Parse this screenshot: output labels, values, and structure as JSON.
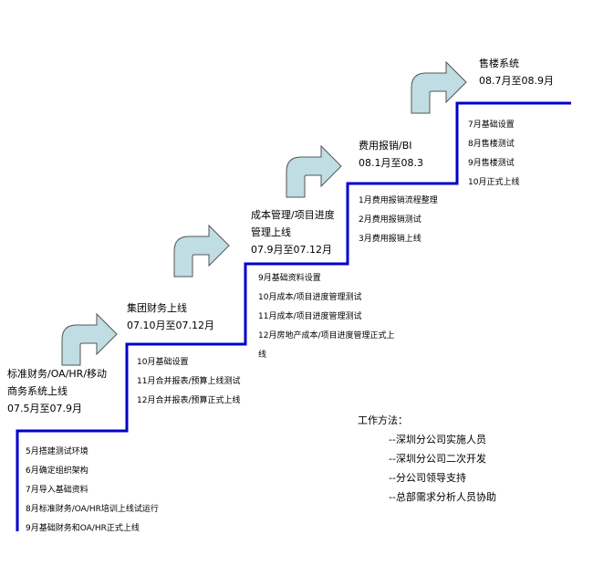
{
  "colors": {
    "stairs": "#0000CC",
    "arrow_fill": "#BFDDE3",
    "arrow_stroke": "#555555"
  },
  "stages": [
    {
      "title_lines": [
        "标准财务/OA/HR/移动",
        "商务系统上线"
      ],
      "period": "07.5月至07.9月",
      "items": [
        "5月搭建测试环境",
        "6月确定组织架构",
        "7月导入基础资料",
        "8月标准财务/OA/HR培训上线试运行",
        "9月基础财务和OA/HR正式上线"
      ]
    },
    {
      "title_lines": [
        "集团财务上线"
      ],
      "period": "07.10月至07.12月",
      "items": [
        "10月基础设置",
        "11月合并报表/预算上线测试",
        "12月合并报表/预算正式上线"
      ]
    },
    {
      "title_lines": [
        "成本管理/项目进度",
        "管理上线"
      ],
      "period": "07.9月至07.12月",
      "items": [
        "9月基础资料设置",
        "10月成本/项目进度管理测试",
        "11月成本/项目进度管理测试",
        "12月房地产成本/项目进度管理正式上",
        "线"
      ]
    },
    {
      "title_lines": [
        "费用报销/BI"
      ],
      "period": "08.1月至08.3",
      "items": [
        "1月费用报销流程整理",
        "2月费用报销测试",
        "3月费用报销上线"
      ]
    },
    {
      "title_lines": [
        "售楼系统"
      ],
      "period": "08.7月至08.9月",
      "items": [
        "7月基础设置",
        "8月售楼测试",
        "9月售楼测试",
        "10月正式上线"
      ]
    }
  ],
  "work_method": {
    "heading": "工作方法：",
    "items": [
      "--深圳分公司实施人员",
      "--深圳分公司二次开发",
      "--分公司领导支持",
      "--总部需求分析人员协助"
    ]
  }
}
